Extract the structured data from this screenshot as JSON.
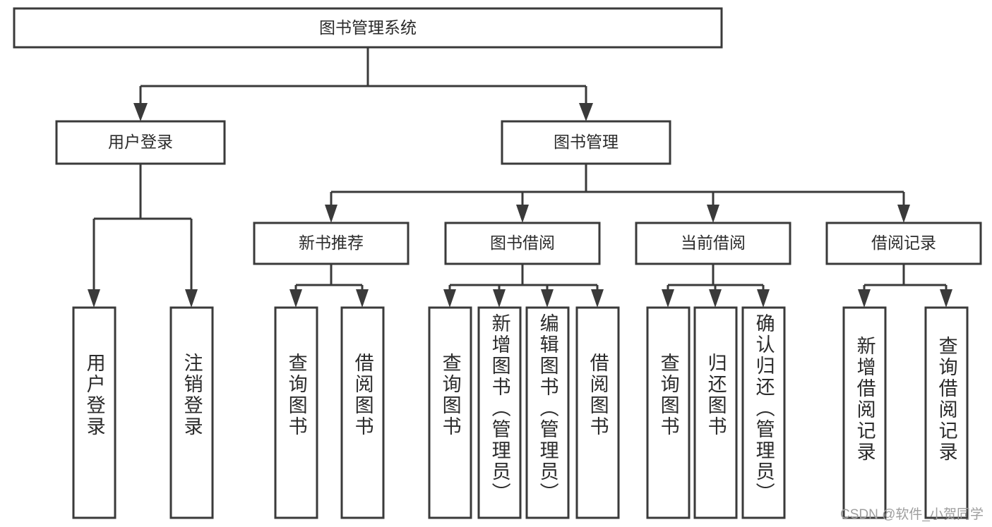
{
  "diagram": {
    "title": "图书管理系统",
    "watermark": "CSDN @软件_小贺同学",
    "root": {
      "label": "图书管理系统"
    },
    "level2": [
      {
        "label": "用户登录"
      },
      {
        "label": "图书管理"
      }
    ],
    "level3": [
      {
        "label": "新书推荐"
      },
      {
        "label": "图书借阅"
      },
      {
        "label": "当前借阅"
      },
      {
        "label": "借阅记录"
      }
    ],
    "leaves": {
      "user_login": [
        {
          "label": "用户登录"
        },
        {
          "label": "注销登录"
        }
      ],
      "new_book": [
        {
          "label": "查询图书"
        },
        {
          "label": "借阅图书"
        }
      ],
      "book_borrow": [
        {
          "label": "查询图书"
        },
        {
          "label": "新增图书（管理员）"
        },
        {
          "label": "编辑图书（管理员）"
        },
        {
          "label": "借阅图书"
        }
      ],
      "current_borrow": [
        {
          "label": "查询图书"
        },
        {
          "label": "归还图书"
        },
        {
          "label": "确认归还（管理员）"
        }
      ],
      "borrow_record": [
        {
          "label": "新增借阅记录"
        },
        {
          "label": "查询借阅记录"
        }
      ]
    },
    "colors": {
      "stroke": "#3a3a3a",
      "fill": "#ffffff",
      "text": "#2b2b2b",
      "watermark": "#9e9e9e"
    }
  }
}
